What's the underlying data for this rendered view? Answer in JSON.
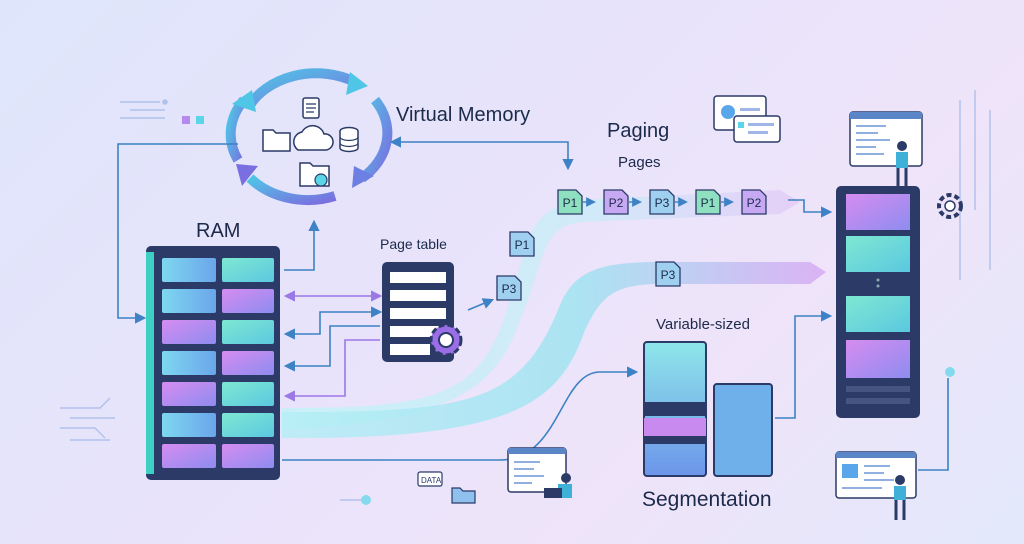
{
  "labels": {
    "virtual_memory": "Virtual Memory",
    "paging": "Paging",
    "pages": "Pages",
    "ram": "RAM",
    "page_table": "Page table",
    "variable_sized": "Variable-sized",
    "segmentation": "Segmentation",
    "data_folder": "DATA"
  },
  "page_chips": [
    "P1",
    "P2",
    "P3",
    "P1",
    "P2"
  ],
  "page_table_chips": [
    "P1",
    "P3"
  ],
  "segment_chip": "P3",
  "colors": {
    "navy": "#2b3a67",
    "cyan": "#5ad6e8",
    "violet": "#b48af0",
    "green_chip": "#8ee0c0",
    "purple_chip": "#c7a8f2",
    "blue_chip": "#9fd0ef",
    "arrow": "#3d82c4"
  },
  "icons": [
    "folder-icon",
    "cloud-icon",
    "database-icon",
    "document-icon",
    "gear-icon",
    "person-icon",
    "chart-window-icon",
    "code-window-icon"
  ]
}
